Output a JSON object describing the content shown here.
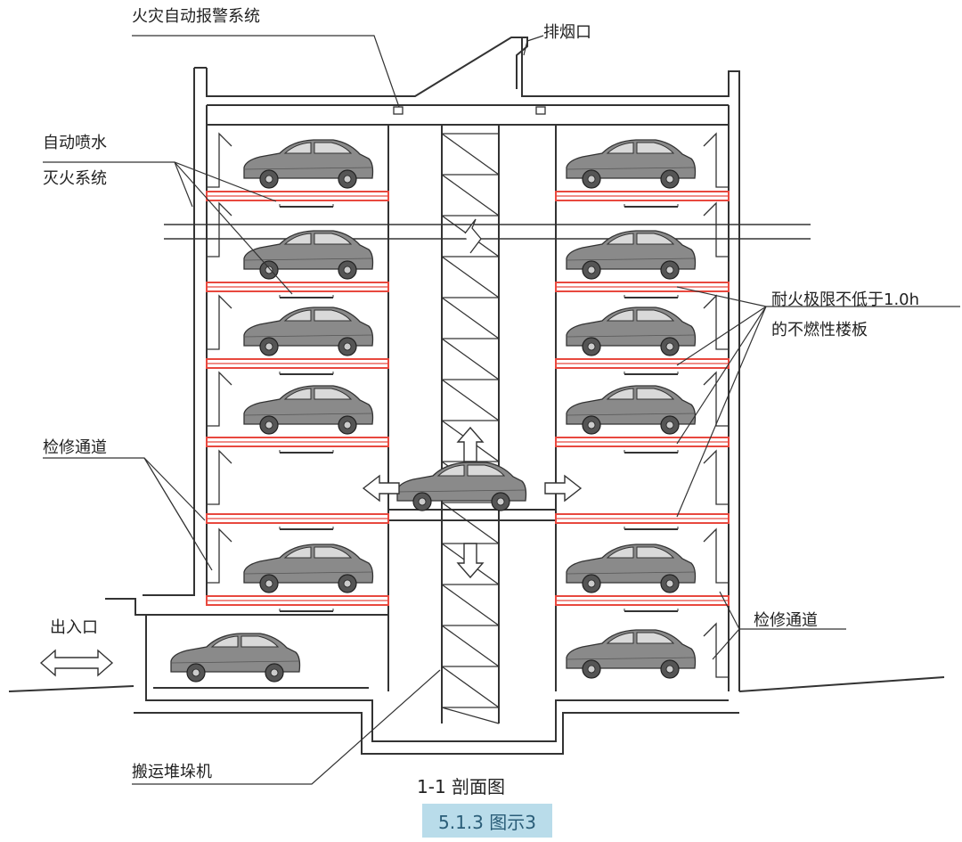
{
  "labels": {
    "fire_alarm": "火灾自动报警系统",
    "smoke_exhaust": "排烟口",
    "sprinkler_line1": "自动喷水",
    "sprinkler_line2": "灭火系统",
    "inspection_left": "检修通道",
    "inspection_right": "检修通道",
    "floor_line1": "耐火极限不低于1.0h",
    "floor_line2": "的不燃性楼板",
    "entrance": "出入口",
    "stacker": "搬运堆垛机"
  },
  "section_title": "1-1 剖面图",
  "figure_badge": "5.1.3 图示3",
  "colors": {
    "line": "#333333",
    "slab_red": "#e8483e",
    "car_body": "#7d7d7d",
    "badge_bg": "#b9dcea",
    "badge_text": "#2a5d78"
  }
}
